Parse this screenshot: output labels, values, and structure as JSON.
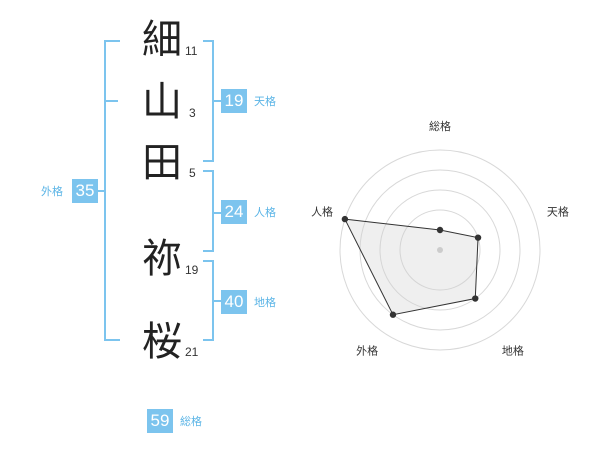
{
  "characters": [
    {
      "char": "細",
      "strokes": "11"
    },
    {
      "char": "山",
      "strokes": "3"
    },
    {
      "char": "田",
      "strokes": "5"
    },
    {
      "char": "祢",
      "strokes": "19"
    },
    {
      "char": "桜",
      "strokes": "21"
    }
  ],
  "fortunes": {
    "tenkaku": {
      "value": "19",
      "label": "天格"
    },
    "jinkaku": {
      "value": "24",
      "label": "人格"
    },
    "chikaku": {
      "value": "40",
      "label": "地格"
    },
    "gaikaku": {
      "value": "35",
      "label": "外格"
    },
    "soukaku": {
      "value": "59",
      "label": "総格"
    }
  },
  "colors": {
    "accent": "#7cc4ee",
    "accent_text": "#5ab4e6"
  },
  "chart_data": {
    "type": "radar",
    "axes": [
      "総格",
      "天格",
      "地格",
      "外格",
      "人格"
    ],
    "values": [
      1,
      2,
      3,
      4,
      5
    ],
    "max": 5,
    "rings": 4
  }
}
